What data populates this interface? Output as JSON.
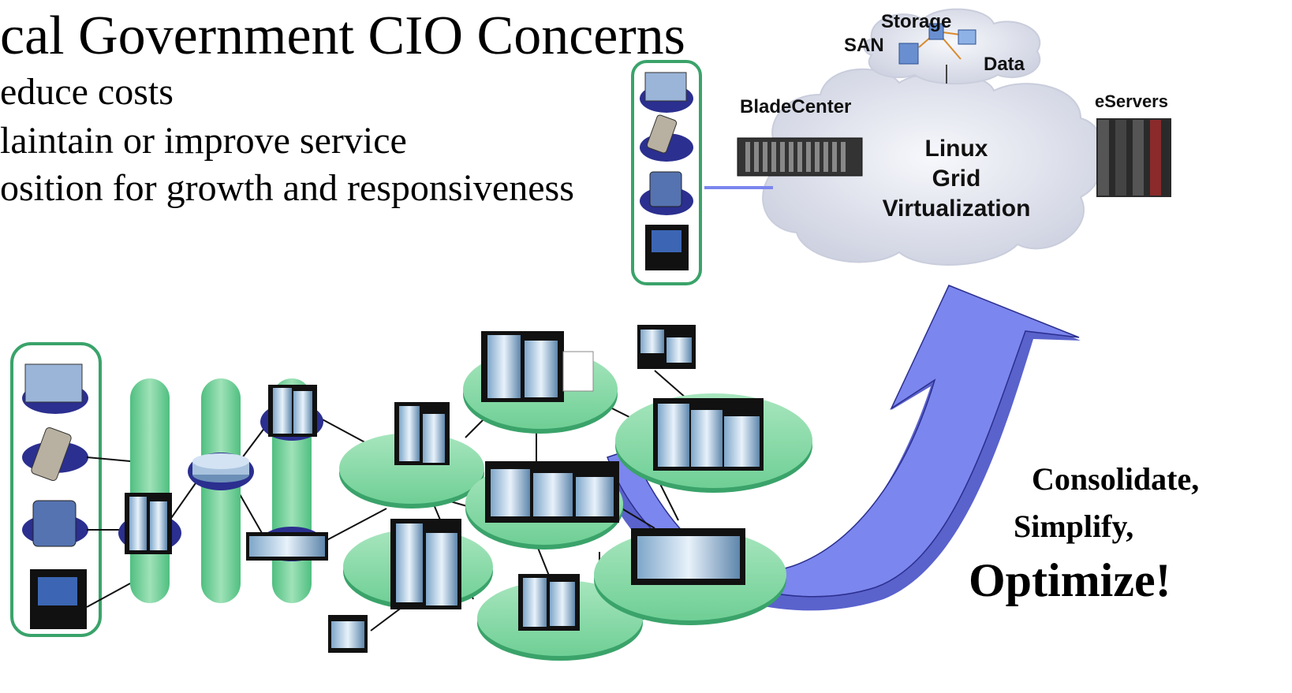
{
  "title": "cal Government CIO Concerns",
  "bullets": [
    "educe costs",
    "laintain or improve service",
    "osition for growth and responsiveness"
  ],
  "cloud": {
    "storage_labels": {
      "storage": "Storage",
      "san": "SAN",
      "data": "Data"
    },
    "lines": [
      "Linux",
      "Grid",
      "Virtualization"
    ],
    "bladecenter_label": "BladeCenter",
    "eservers_label": "eServers"
  },
  "slogan": {
    "line1": "Consolidate,",
    "line2": "Simplify,",
    "line3": "Optimize!"
  },
  "colors": {
    "green_fill": "#8fd8a8",
    "green_dark": "#3aa36a",
    "green_border": "#3aa36a",
    "arrow_fill": "#7b86ee",
    "arrow_shadow": "#5a62cc",
    "node_blue": "#2b2f8f",
    "cloud": "#e6e8f2"
  }
}
